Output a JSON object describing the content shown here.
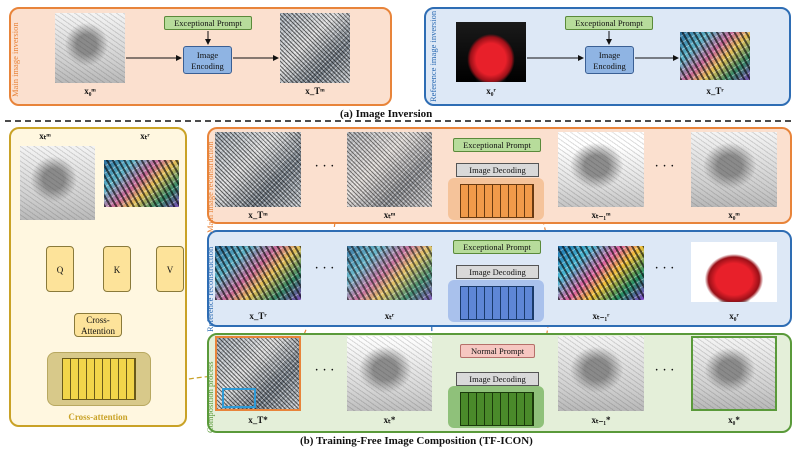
{
  "inversion": {
    "main_label": "Main image inversion",
    "ref_label": "Reference image inversion",
    "prompt": "Exceptional Prompt",
    "encoding": "Image Encoding",
    "main_in": "x₀ᵐ",
    "main_out": "x_Tᵐ",
    "ref_in": "x₀ʳ",
    "ref_out": "x_Tʳ",
    "caption": "(a) Image Inversion"
  },
  "attention": {
    "top_left": "xₜᵐ",
    "top_right": "xₜʳ",
    "q": "Q",
    "k": "K",
    "v": "V",
    "cross": "Cross-\nAttention",
    "label": "Cross-attention"
  },
  "rows": [
    {
      "label": "Main image reconstruction",
      "prompt": "Exceptional Prompt",
      "decoding": "Image Decoding",
      "captions": [
        "x_Tᵐ",
        "xₜᵐ",
        "xₜ₋₁ᵐ",
        "x₀ᵐ"
      ]
    },
    {
      "label": "Reference reconstruction",
      "prompt": "Exceptional Prompt",
      "decoding": "Image Decoding",
      "captions": [
        "x_Tʳ",
        "xₜʳ",
        "xₜ₋₁ʳ",
        "x₀ʳ"
      ]
    },
    {
      "label": "Composition process",
      "prompt": "Normal Prompt",
      "decoding": "Image Decoding",
      "captions": [
        "x_T*",
        "xₜ*",
        "xₜ₋₁*",
        "x₀*"
      ]
    }
  ],
  "dots": "· · ·",
  "caption_b": "(b) Training-Free Image Composition (TF-ICON)",
  "colors": {
    "orange_border": "#e8843a",
    "orange_fill": "#fbe0cf",
    "blue_border": "#2e6db4",
    "blue_fill": "#dde8f6",
    "green_border": "#5a9a3a",
    "green_fill": "#e4efd9",
    "gold_border": "#c9a227",
    "gold_fill": "#fff7e0"
  }
}
